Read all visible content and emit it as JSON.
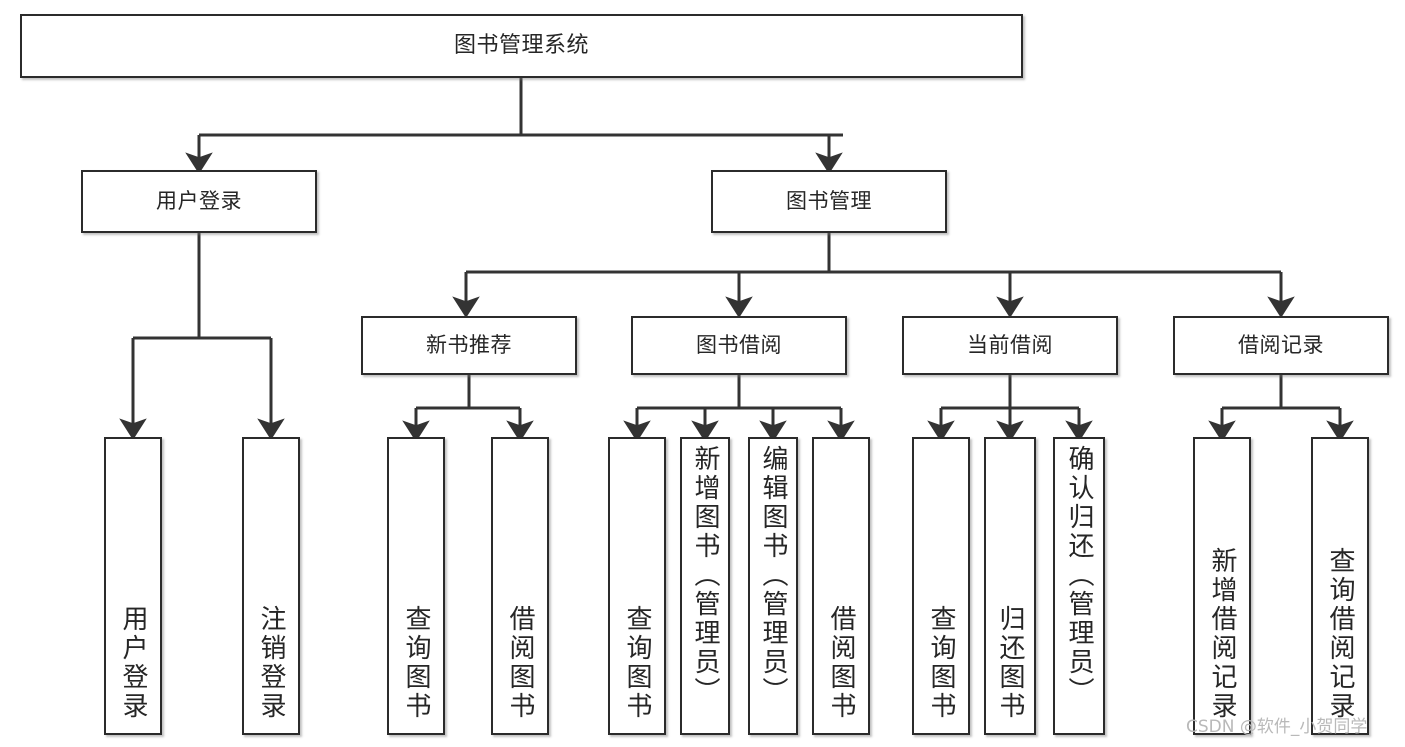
{
  "diagram": {
    "title": "图书管理系统",
    "type": "tree-hierarchy",
    "watermark": "CSDN @软件_小贺同学",
    "colors": {
      "border": "#2b2b2b",
      "text": "#262626",
      "background": "#ffffff",
      "connector": "#333333",
      "watermark": "#b9b9b9"
    },
    "nodes": {
      "root": {
        "label": "图书管理系统"
      },
      "level2": [
        {
          "label": "用户登录"
        },
        {
          "label": "图书管理"
        }
      ],
      "level3": [
        {
          "label": "新书推荐"
        },
        {
          "label": "图书借阅"
        },
        {
          "label": "当前借阅"
        },
        {
          "label": "借阅记录"
        }
      ],
      "leaves": {
        "user_login": [
          {
            "label": "用户登录"
          },
          {
            "label": "注销登录"
          }
        ],
        "new_book_recommend": [
          {
            "label": "查询图书"
          },
          {
            "label": "借阅图书"
          }
        ],
        "book_borrow": [
          {
            "label": "查询图书"
          },
          {
            "label": "新增图书（管理员）"
          },
          {
            "label": "编辑图书（管理员）"
          },
          {
            "label": "借阅图书"
          }
        ],
        "current_borrow": [
          {
            "label": "查询图书"
          },
          {
            "label": "归还图书"
          },
          {
            "label": "确认归还（管理员）"
          }
        ],
        "borrow_record": [
          {
            "label": "新增借阅记录"
          },
          {
            "label": "查询借阅记录"
          }
        ]
      }
    }
  }
}
